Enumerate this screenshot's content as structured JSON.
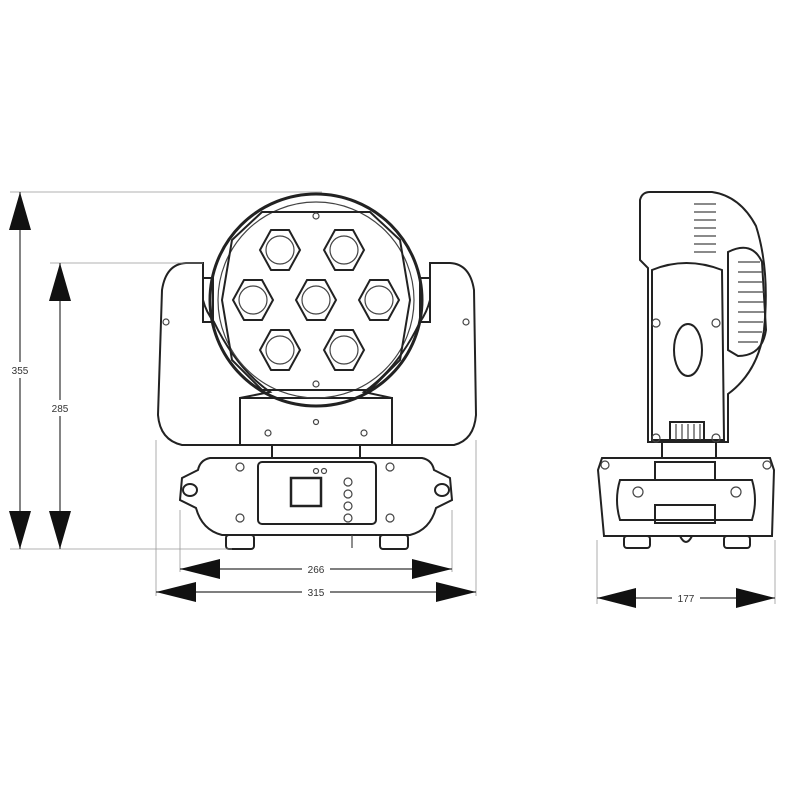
{
  "dimensions": {
    "total_height": "355",
    "body_height": "285",
    "base_width": "266",
    "overall_width": "315",
    "depth": "177"
  },
  "colors": {
    "line": "#222222",
    "dimension": "#333333",
    "background": "#ffffff"
  }
}
